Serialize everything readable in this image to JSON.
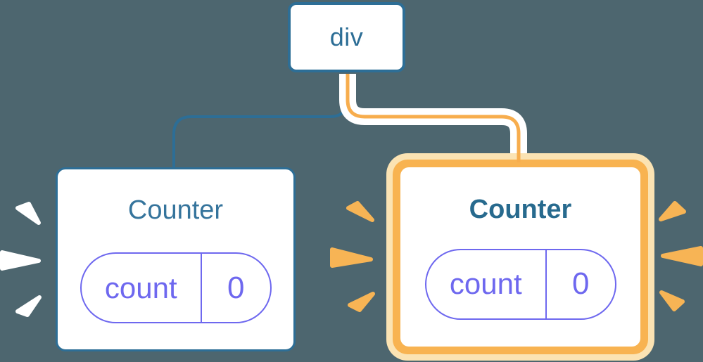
{
  "diagram": {
    "root_node": {
      "label": "div"
    },
    "counters": {
      "left": {
        "title": "Counter",
        "state": {
          "name": "count",
          "value": "0"
        },
        "highlighted": false
      },
      "right": {
        "title": "Counter",
        "state": {
          "name": "count",
          "value": "0"
        },
        "highlighted": true
      }
    },
    "colors": {
      "background": "#4d666f",
      "node_blue": "#2d6e96",
      "left_title_blue": "#35749c",
      "right_title_blue": "#276a8e",
      "state_purple": "#6e68ef",
      "highlight_orange": "#f8b351",
      "highlight_halo": "#fbe3b3",
      "connector_orange": "#f7ad4d",
      "connector_highlight_band": "#ffffff",
      "sparkle_white": "#ffffff",
      "sparkle_orange": "#f7b455"
    }
  }
}
